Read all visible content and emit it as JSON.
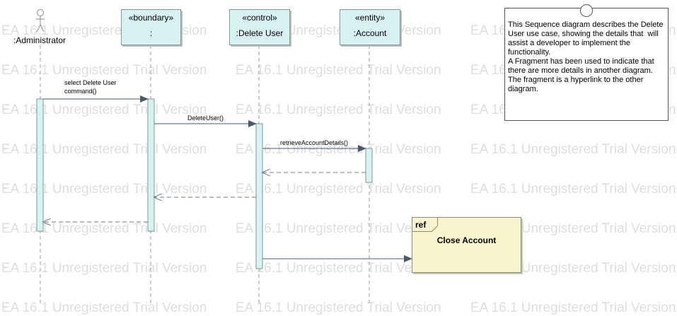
{
  "watermark": "EA 16.1 Unregistered Trial Version",
  "lifelines": [
    {
      "id": "administrator",
      "kind": "actor",
      "name": ":Administrator"
    },
    {
      "id": "boundary",
      "kind": "box",
      "stereotype": "«boundary»",
      "name": ":"
    },
    {
      "id": "control",
      "kind": "box",
      "stereotype": "«control»",
      "name": ":Delete User"
    },
    {
      "id": "entity",
      "kind": "box",
      "stereotype": "«entity»",
      "name": ":Account"
    }
  ],
  "messages": [
    {
      "label_line1": "select Delete User",
      "label_line2": "command()"
    },
    {
      "label": "DeleteUser()"
    },
    {
      "label": "retrieveAccountDetails()"
    }
  ],
  "note": {
    "text": "This Sequence diagram describes the Delete User use case, showing the details that  will assist a developer to implement the functionality.\nA Fragment has been used to indicate that there are more details in another diagram. The fragment is a hyperlink to the other diagram."
  },
  "fragment": {
    "operator": "ref",
    "title": "Close Account"
  },
  "colors": {
    "lifeline_fill": "#d8f1f1",
    "fragment_fill": "#f8f4cc",
    "watermark": "#dedede"
  }
}
